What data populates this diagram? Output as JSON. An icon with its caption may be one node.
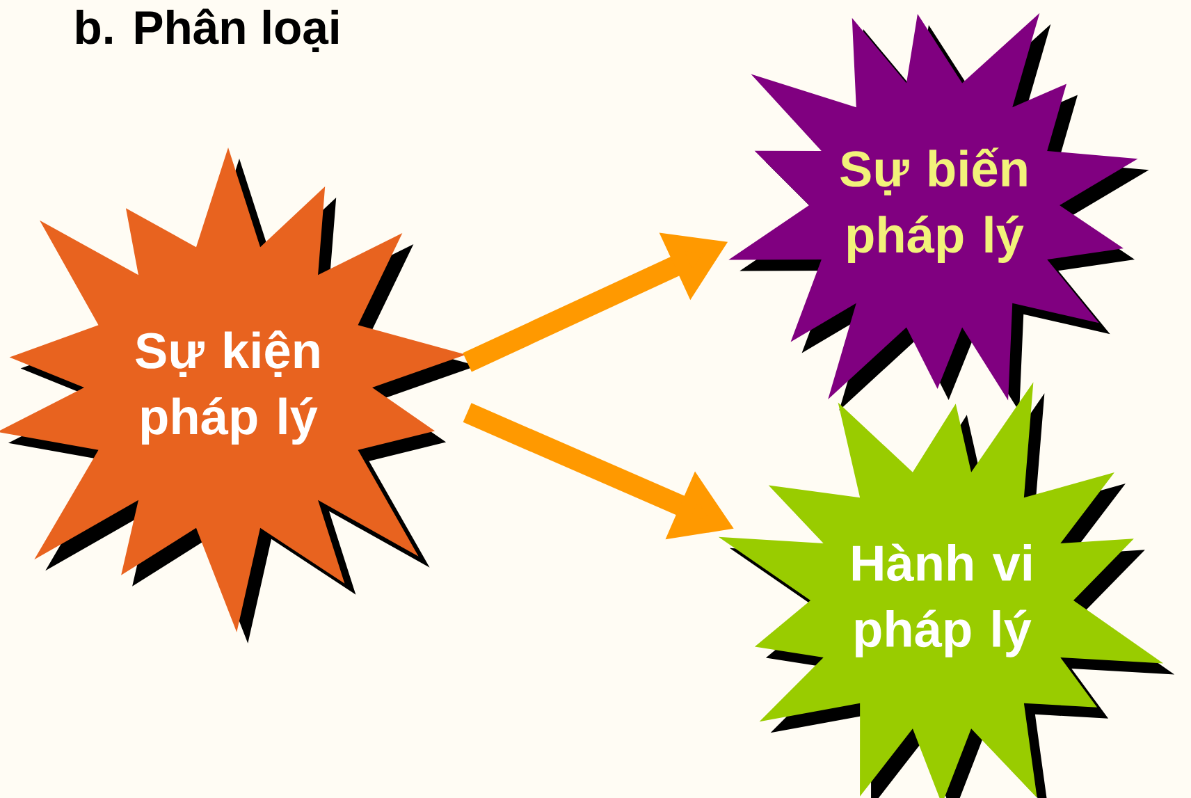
{
  "diagram": {
    "title": "b. Phân loại",
    "nodes": [
      {
        "text": [
          "Sự kiện pháp lý"
        ]
      },
      {
        "text": [
          "Sự biến pháp lý"
        ]
      },
      {
        "text": [
          "Hành vi pháp lý"
        ]
      }
    ],
    "edges": [
      {
        "from": 0,
        "to": 1,
        "arrow": "to"
      },
      {
        "from": 0,
        "to": 2,
        "arrow": "to"
      }
    ]
  }
}
